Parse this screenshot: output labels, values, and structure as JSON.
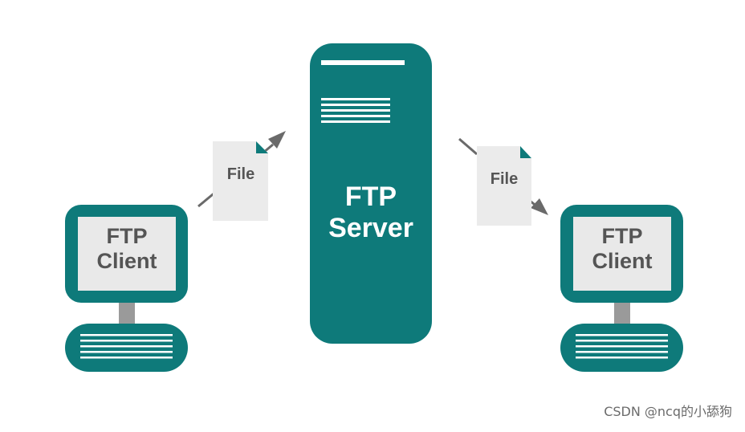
{
  "diagram": {
    "server": {
      "line1": "FTP",
      "line2": "Server"
    },
    "clients": [
      {
        "line1": "FTP",
        "line2": "Client"
      },
      {
        "line1": "FTP",
        "line2": "Client"
      }
    ],
    "files": [
      {
        "label": "File"
      },
      {
        "label": "File"
      }
    ],
    "colors": {
      "teal": "#0e7a7a",
      "screen_gray": "#e9e9e9",
      "paper_gray": "#ebebeb",
      "arrow_gray": "#6a6a6a",
      "label_gray": "#555555"
    }
  },
  "watermark": "CSDN @ncq的小舔狗"
}
